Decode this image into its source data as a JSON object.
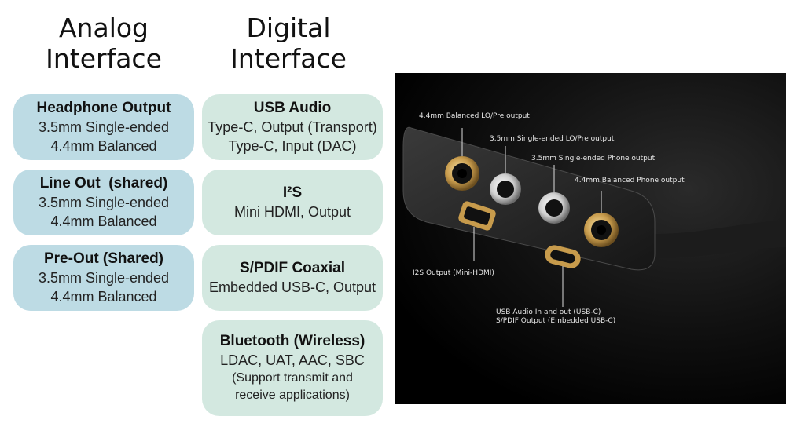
{
  "headings": {
    "analog_line1": "Analog",
    "analog_line2": "Interface",
    "digital_line1": "Digital",
    "digital_line2": "Interface"
  },
  "analog_cards": [
    {
      "title": "Headphone Output",
      "lines": [
        "3.5mm Single-ended",
        "4.4mm Balanced"
      ]
    },
    {
      "title": "Line Out  (shared)",
      "lines": [
        "3.5mm Single-ended",
        "4.4mm Balanced"
      ]
    },
    {
      "title": "Pre-Out (Shared)",
      "lines": [
        "3.5mm Single-ended",
        "4.4mm Balanced"
      ]
    }
  ],
  "digital_cards": [
    {
      "title": "USB Audio",
      "lines": [
        "Type-C, Output (Transport)",
        "Type-C, Input (DAC)"
      ]
    },
    {
      "title": "I²S",
      "lines": [
        "Mini HDMI, Output"
      ]
    },
    {
      "title": "S/PDIF Coaxial",
      "lines": [
        "Embedded USB-C, Output"
      ]
    },
    {
      "title": "Bluetooth (Wireless)",
      "lines": [
        "LDAC, UAT, AAC, SBC"
      ],
      "small": [
        "(Support transmit and",
        "receive applications)"
      ]
    }
  ],
  "photo_labels": {
    "balanced_lo_pre": "4.4mm Balanced LO/Pre output",
    "se_lo_pre": "3.5mm Single-ended LO/Pre output",
    "se_phone": "3.5mm Single-ended Phone output",
    "balanced_phone": "4.4mm Balanced Phone output",
    "i2s_output": "I2S Output (Mini-HDMI)",
    "usb_audio": "USB Audio In and out (USB-C)",
    "spdif_output": "S/PDIF Output (Embedded USB-C)"
  }
}
